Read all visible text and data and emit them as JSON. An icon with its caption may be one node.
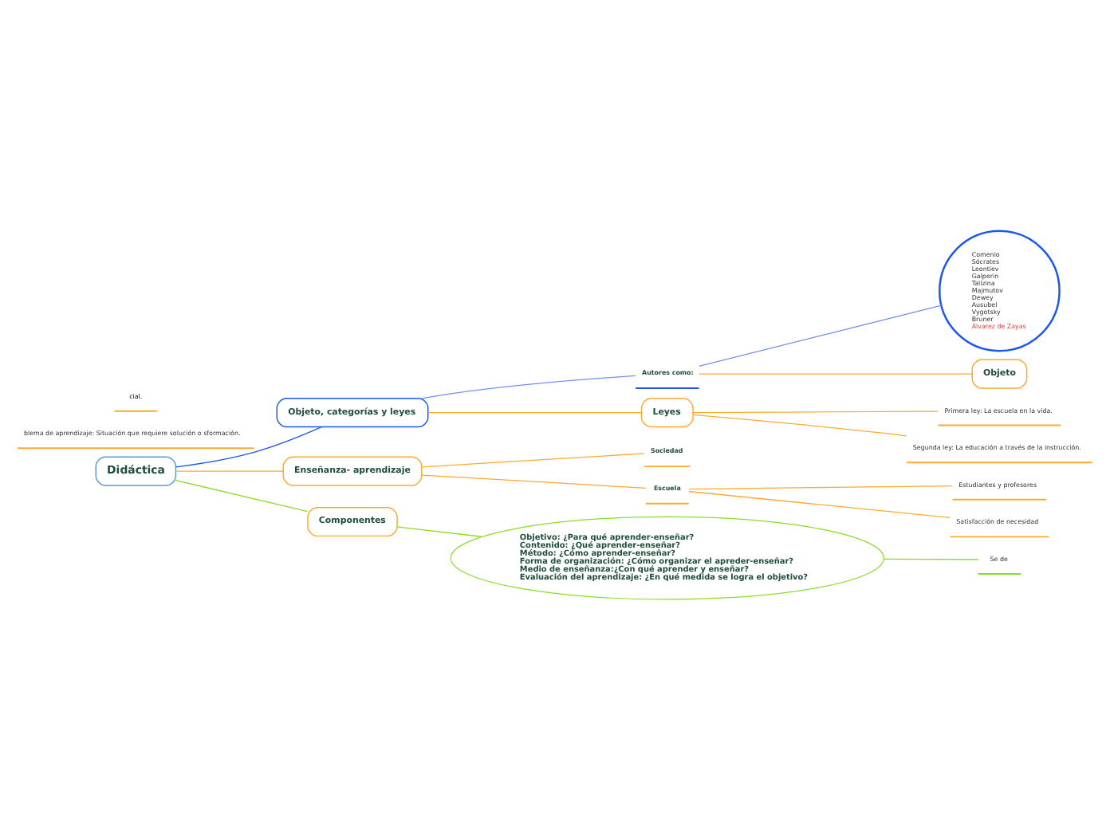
{
  "diagram": {
    "nodes": [
      {
        "text": [
          "Didáctica"
        ]
      },
      {
        "text": [
          "Objeto, categorías y leyes"
        ]
      },
      {
        "text": [
          "Autores como:"
        ]
      },
      {
        "text": [
          "Comenio",
          "Sócrates",
          "Leontiev",
          "Galperin",
          "Talízina",
          "Majmutov",
          "Dewey",
          "Ausubel",
          "Vygotsky",
          "Bruner",
          "Álvarez de Zayas"
        ]
      },
      {
        "text": [
          "Objeto"
        ]
      },
      {
        "text": [
          "Leyes"
        ]
      },
      {
        "text": [
          "Primera ley: La escuela en la vida."
        ]
      },
      {
        "text": [
          "Segunda ley: La educación a través de la instrucción."
        ]
      },
      {
        "text": [
          "blema de aprendizaje: Situación que requiere solución o sformación."
        ]
      },
      {
        "text": [
          "Enseñanza- aprendizaje"
        ]
      },
      {
        "text": [
          "Sociedad"
        ]
      },
      {
        "text": [
          "Escuela"
        ]
      },
      {
        "text": [
          "Estudiantes y profesores"
        ]
      },
      {
        "text": [
          "Satisfacción de necesidad"
        ]
      },
      {
        "text": [
          "Componentes"
        ]
      },
      {
        "text": [
          "Objetivo: ¿Para qué aprender-enseñar?",
          "Contenido: ¿Qué aprender-enseñar?",
          "Método: ¿Cómo aprender-enseñar?",
          "Forma de organización: ¿Cómo organizar el apreder-enseñar?",
          "Medio de enseñanza:¿Con qué aprender y enseñar?",
          "Evaluación del aprendizaje: ¿En qué medida se logra el objetivo?"
        ]
      },
      {
        "text": [
          "Se de"
        ]
      }
    ],
    "edges": [
      {
        "from": 0,
        "to": 1,
        "arrow": "none",
        "color": "#1a56f0"
      },
      {
        "from": 1,
        "to": 2,
        "arrow": "none",
        "color": "#6f8ff5"
      },
      {
        "from": 2,
        "to": 3,
        "arrow": "none",
        "color": "#6f8ff5"
      },
      {
        "from": 2,
        "to": 4,
        "arrow": "none"
      },
      {
        "from": 1,
        "to": 5,
        "arrow": "none"
      },
      {
        "from": 5,
        "to": 6,
        "arrow": "none"
      },
      {
        "from": 5,
        "to": 7,
        "arrow": "none"
      },
      {
        "from": 0,
        "to": 9,
        "arrow": "none"
      },
      {
        "from": 9,
        "to": 10,
        "arrow": "none"
      },
      {
        "from": 9,
        "to": 11,
        "arrow": "none"
      },
      {
        "from": 11,
        "to": 12,
        "arrow": "none"
      },
      {
        "from": 11,
        "to": 13,
        "arrow": "none"
      },
      {
        "from": 0,
        "to": 14,
        "arrow": "none",
        "color": "#88dd22"
      },
      {
        "from": 14,
        "to": 15,
        "arrow": "none",
        "color": "#88dd22"
      },
      {
        "from": 15,
        "to": 16,
        "arrow": "none",
        "color": "#88dd22"
      }
    ],
    "labels": [
      "cial."
    ]
  }
}
